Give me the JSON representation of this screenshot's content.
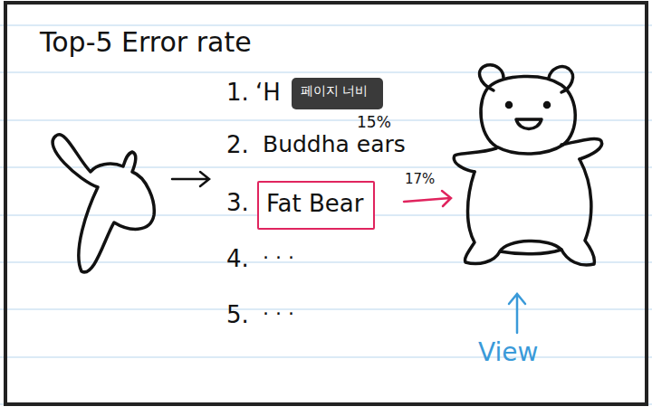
{
  "diagram": {
    "title": "Top-5 Error rate",
    "nodes": [
      {
        "text": [
          "페이지 너비"
        ]
      },
      {
        "text": [
          "Fat Bear"
        ]
      }
    ],
    "labels": [
      "1.",
      "‘H",
      "15%",
      "2.",
      "Buddha ears",
      "3.",
      "17%",
      "4.",
      "· · ·",
      "5.",
      "· · ·",
      "View"
    ]
  }
}
